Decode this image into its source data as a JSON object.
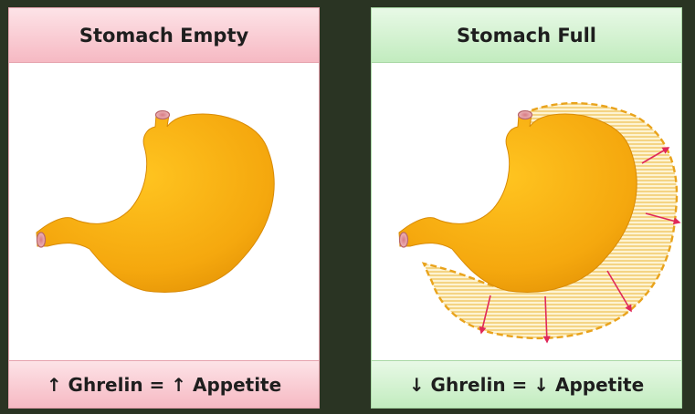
{
  "left_panel": {
    "title": "Stomach Empty",
    "caption": "↑ Ghrelin = ↑ Appetite"
  },
  "right_panel": {
    "title": "Stomach Full",
    "caption": "↓ Ghrelin = ↓ Appetite"
  },
  "colors": {
    "stomach": "#f3a50c",
    "stomach_highlight": "#ffc21c",
    "expansion_outline": "#e9a31c",
    "arrow": "#e0285a",
    "header_pink": "#f6b9c3",
    "header_green": "#c2ecbf",
    "background": "#2a3423"
  }
}
